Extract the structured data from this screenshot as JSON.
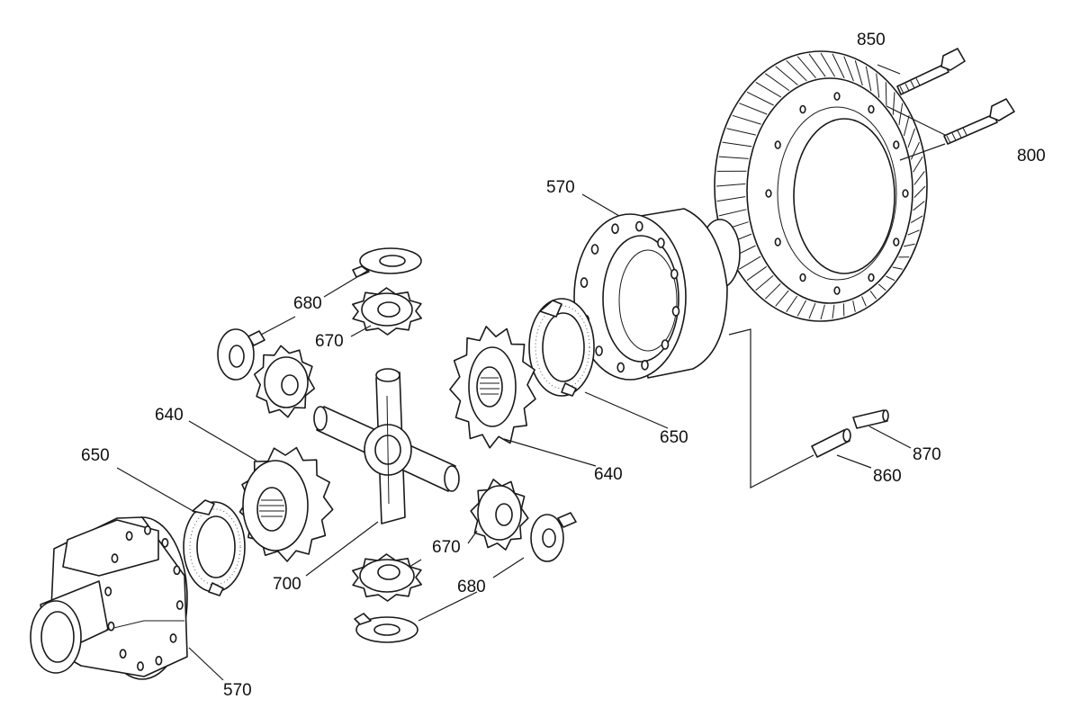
{
  "diagram": {
    "callouts": {
      "bolt_top": "850",
      "bolt_lower": "800",
      "case_right": "570",
      "thrust_washer_upper": "680",
      "pinion_gear_upper": "670",
      "side_gear_left": "640",
      "shim_left": "650",
      "shim_right": "650",
      "side_gear_right": "640",
      "spider_cross": "700",
      "pinion_gear_lower": "670",
      "thrust_washer_lower": "680",
      "case_left": "570",
      "pin_small": "870",
      "pin_large": "860"
    }
  }
}
